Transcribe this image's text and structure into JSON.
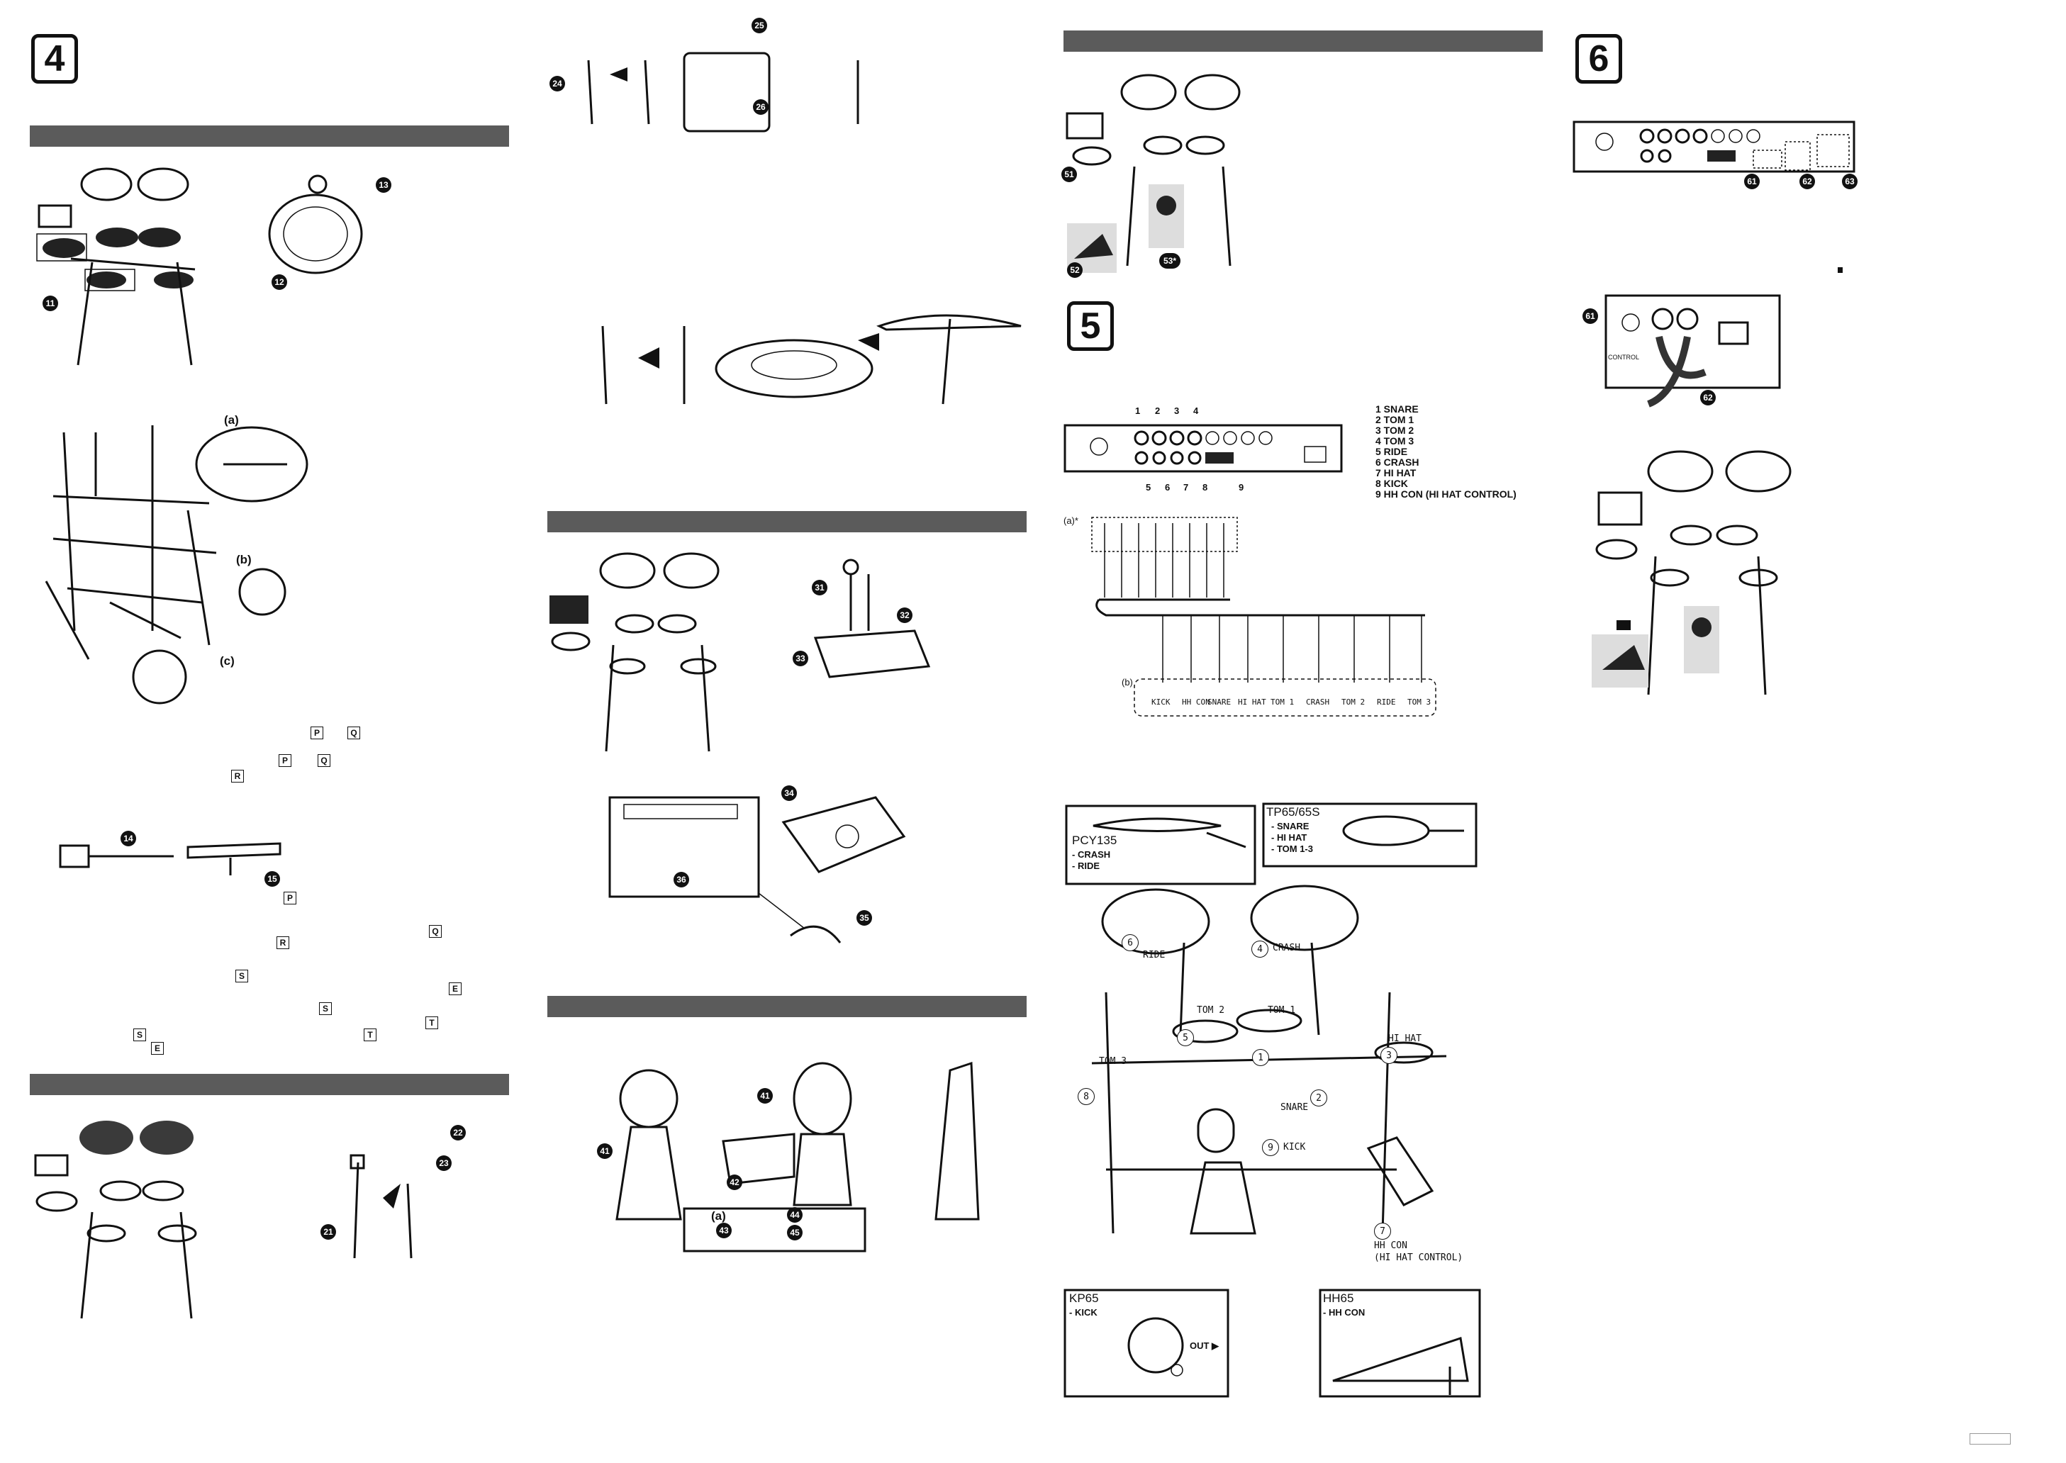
{
  "steps": {
    "s4": "4",
    "s5": "5",
    "s6": "6"
  },
  "labels": {
    "a": "(a)",
    "b": "(b)",
    "c": "(c)",
    "a_star": "(a)*"
  },
  "keys": [
    "P",
    "Q",
    "R",
    "S",
    "T",
    "E"
  ],
  "callouts": {
    "n11": "11",
    "n12": "12",
    "n13": "13",
    "n14": "14",
    "n15": "15",
    "n21": "21",
    "n22": "22",
    "n23": "23",
    "n24": "24",
    "n25": "25",
    "n26": "26",
    "n31": "31",
    "n32": "32",
    "n33": "33",
    "n34": "34",
    "n35": "35",
    "n36": "36",
    "n41": "41",
    "n42": "42",
    "n43": "43",
    "n44": "44",
    "n45": "45",
    "n51": "51",
    "n52": "52",
    "n53": "53*",
    "n61": "61",
    "n62": "62",
    "n63": "63"
  },
  "module_panel": {
    "jack_numbers_top": [
      "1",
      "2",
      "3",
      "4"
    ],
    "jack_numbers_bottom": [
      "5",
      "6",
      "7",
      "8",
      "9"
    ]
  },
  "legend": [
    "1 SNARE",
    "2 TOM 1",
    "3 TOM 2",
    "4 TOM 3",
    "5 RIDE",
    "6 CRASH",
    "7 HI HAT",
    "8 KICK",
    "9 HH CON (HI HAT CONTROL)"
  ],
  "cable_labels": [
    "KICK",
    "HH CON",
    "SNARE",
    "HI HAT",
    "TOM 1",
    "CRASH",
    "TOM 2",
    "RIDE",
    "TOM 3"
  ],
  "cable_b": "(b)",
  "pads": {
    "pcy135_title": "PCY135",
    "pcy135_lines": [
      "- CRASH",
      "- RIDE"
    ],
    "tp65_title": "TP65/65S",
    "tp65_lines": [
      "- SNARE",
      "- HI HAT",
      "- TOM 1-3"
    ],
    "kp65_title": "KP65",
    "kp65_lines": [
      "- KICK"
    ],
    "kp65_out": "OUT ▶",
    "hh65_title": "HH65",
    "hh65_lines": [
      "- HH CON"
    ]
  },
  "kit_labels": {
    "ride": "RIDE",
    "ride_n": "6",
    "crash": "CRASH",
    "crash_n": "4",
    "tom2": "TOM 2",
    "tom2_n": "5",
    "tom1": "TOM 1",
    "tom1_n": "1",
    "tom3": "TOM 3",
    "tom3_n": "8",
    "hihat": "HI HAT",
    "hihat_n": "3",
    "snare": "SNARE",
    "snare_n": "2",
    "kick": "KICK",
    "kick_n": "9",
    "hhcon": "HH CON",
    "hhcon_full": "(HI HAT CONTROL)",
    "hhcon_n": "7"
  },
  "rear_panel": {
    "control": "CONTROL"
  }
}
